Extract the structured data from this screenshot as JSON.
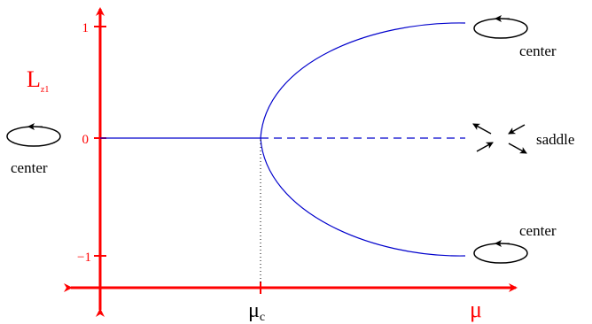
{
  "labels": {
    "y_axis_symbol": "L",
    "y_axis_subscript": "z1",
    "x_axis_symbol": "μ",
    "critical_symbol": "μ",
    "critical_subscript": "c",
    "tick_1": "1",
    "tick_0": "0",
    "tick_minus_1": "−1",
    "center_left": "center",
    "center_top": "center",
    "center_bottom": "center",
    "saddle": "saddle"
  },
  "icons": {
    "cycle_ccw": "counterclockwise-cycle-icon",
    "saddle": "saddle-point-icon"
  },
  "colors": {
    "axes": "#ff0000",
    "branches": "#0000cc",
    "ink": "#000000"
  }
}
